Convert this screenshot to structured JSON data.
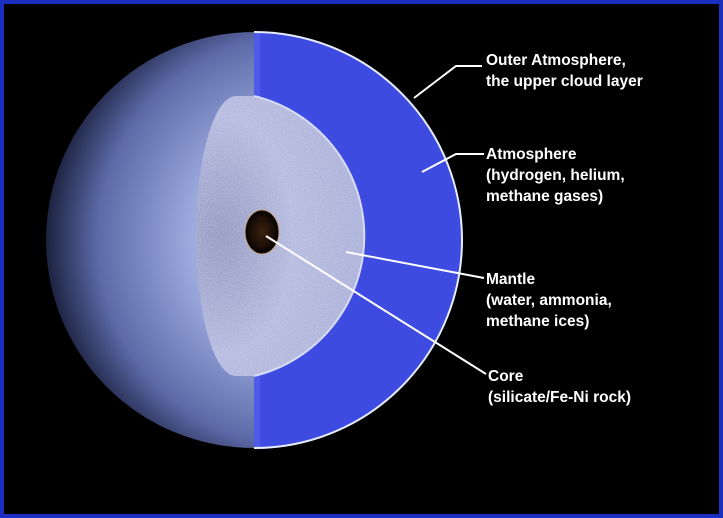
{
  "labels": {
    "outer_atmosphere": {
      "line1": "Outer Atmosphere,",
      "line2": "the upper cloud layer"
    },
    "atmosphere": {
      "line1": "Atmosphere",
      "line2": "(hydrogen, helium,",
      "line3": "methane gases)"
    },
    "mantle": {
      "line1": "Mantle",
      "line2": "(water, ammonia,",
      "line3": "methane ices)"
    },
    "core": {
      "line1": "Core",
      "line2": "(silicate/Fe-Ni rock)"
    }
  },
  "colors": {
    "background": "#000000",
    "border": "#1a2fbf",
    "planet_surface": "#8f9fd6",
    "atmosphere_layer": "#3d4be0",
    "mantle_layer": "#a6acd8",
    "core": "#1a0d05",
    "leader_line": "#ffffff"
  }
}
